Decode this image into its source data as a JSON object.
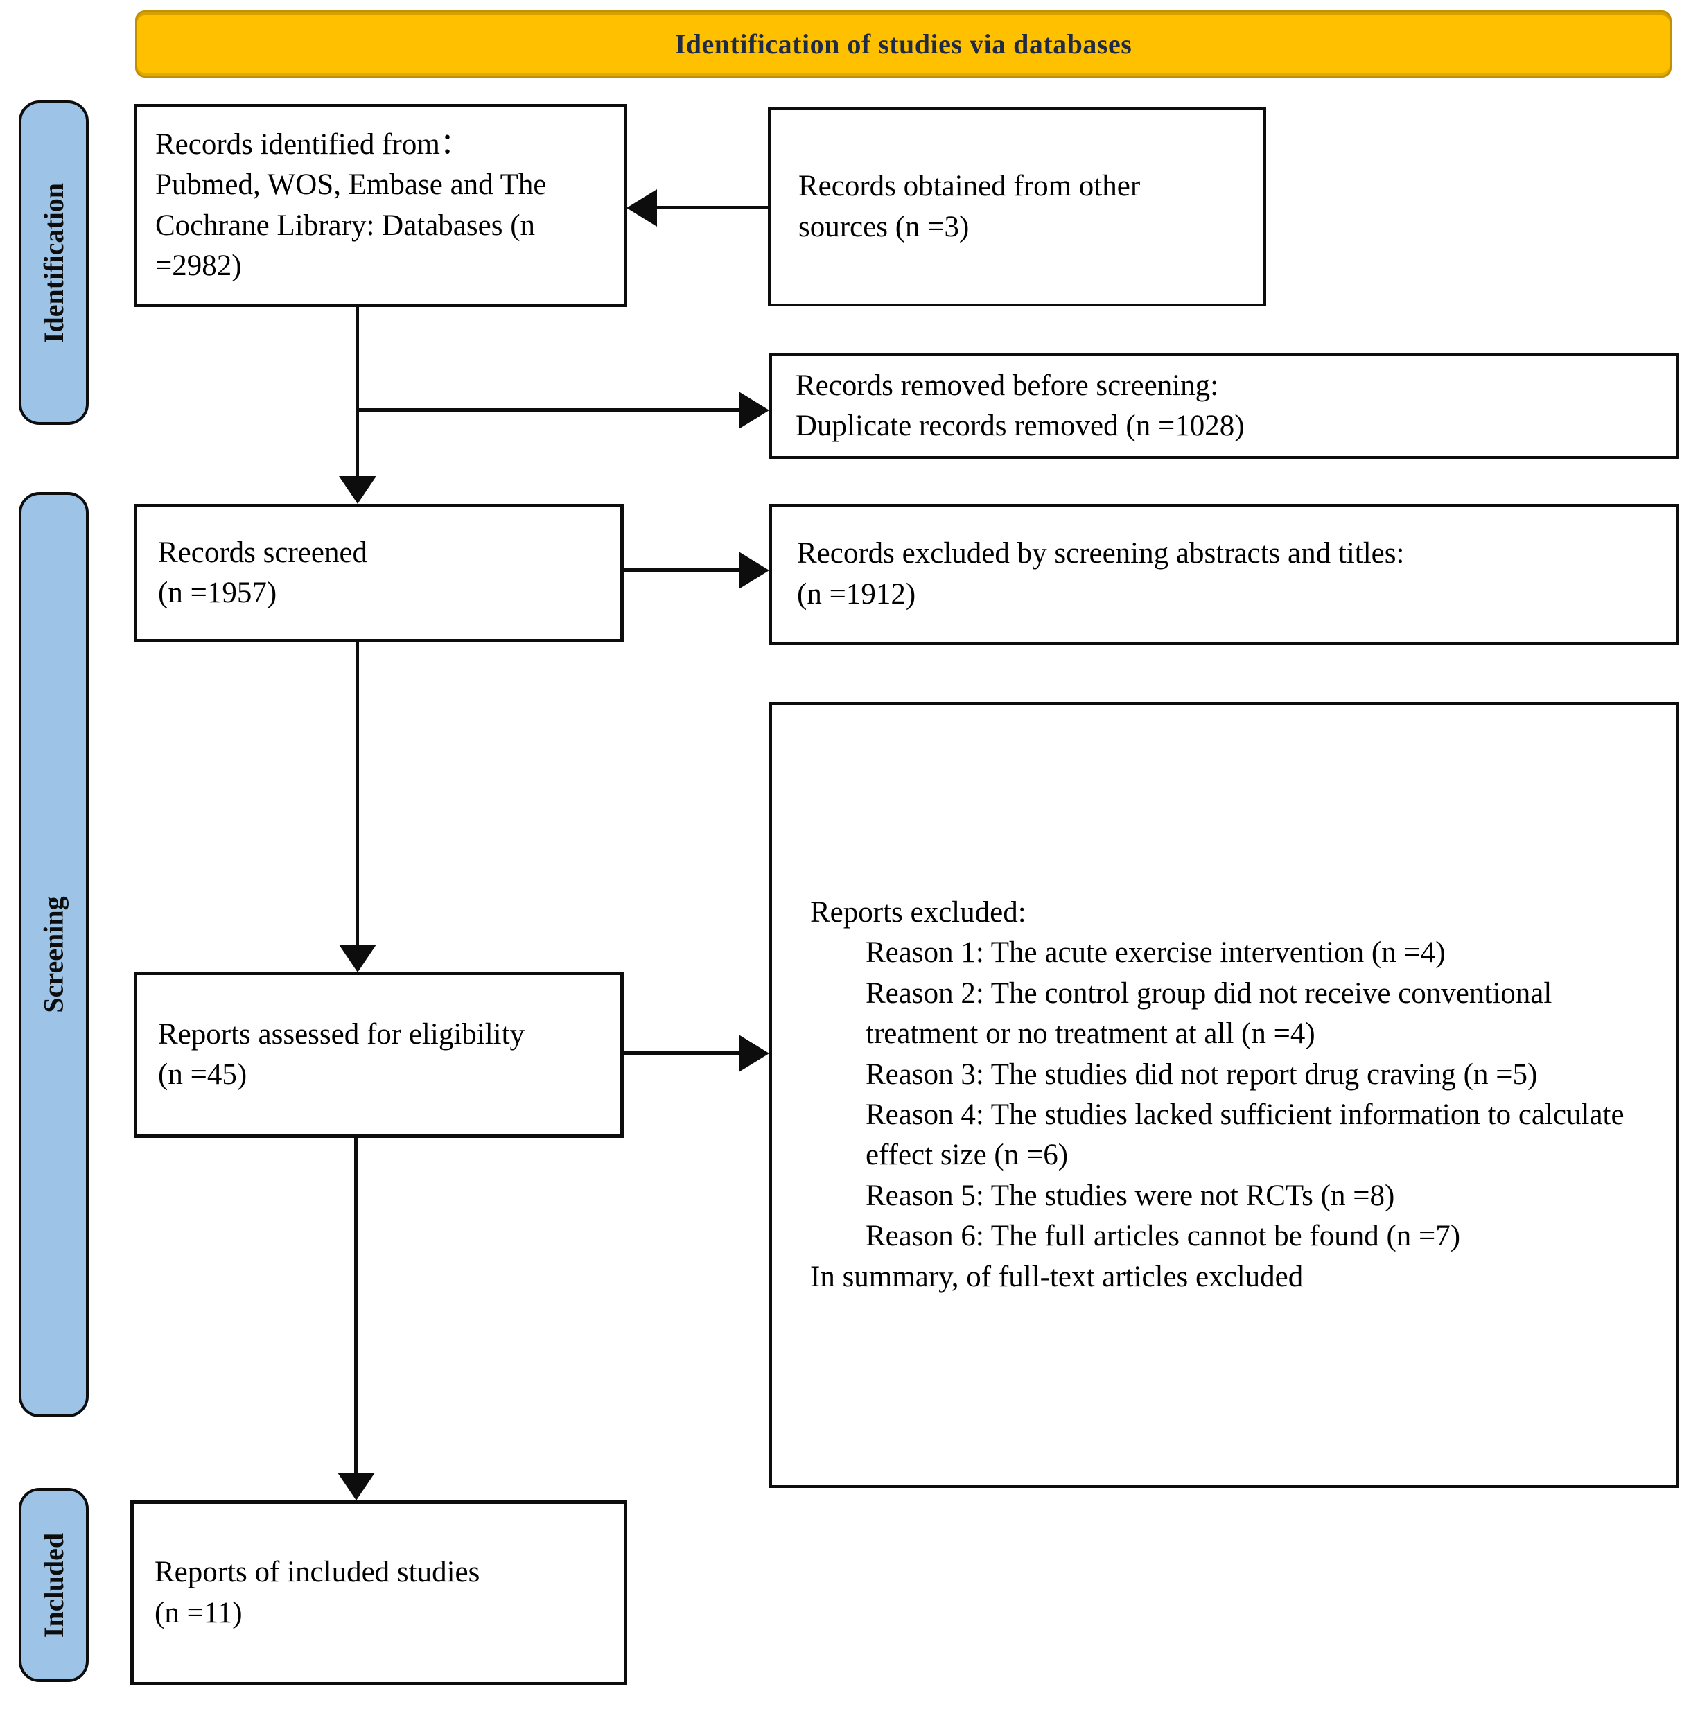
{
  "banner": {
    "title": "Identification of studies via databases"
  },
  "stages": {
    "identification": "Identification",
    "screening": "Screening",
    "included": "Included"
  },
  "boxes": {
    "identified": {
      "text": "Records identified from：\nPubmed, WOS, Embase and The\nCochrane Library: Databases (n\n=2982)"
    },
    "other_sources": {
      "text": "Records obtained from other\nsources (n =3)"
    },
    "removed": {
      "text": "Records removed before screening:\nDuplicate records removed (n =1028)"
    },
    "screened": {
      "text": "Records screened\n(n =1957)"
    },
    "excluded_screening": {
      "text": "Records excluded by screening abstracts and titles:\n(n =1912)"
    },
    "assessed": {
      "text": "Reports assessed for eligibility\n(n =45)"
    },
    "reports_excluded": {
      "header": "Reports excluded:",
      "reasons": [
        "Reason 1: The acute exercise intervention (n =4)",
        "Reason 2: The control group did not receive conventional treatment or no treatment at all (n =4)",
        "Reason 3: The studies did not report drug craving (n =5)",
        "Reason 4: The studies lacked sufficient information to calculate effect size (n =6)",
        "Reason 5: The studies were not RCTs (n =8)",
        "Reason 6: The full articles cannot be found (n =7)"
      ],
      "footer": "In summary, of full-text articles excluded"
    },
    "included_studies": {
      "text": "Reports of included studies\n(n =11)"
    }
  },
  "colors": {
    "banner_fill": "#FFC000",
    "banner_border": "#BF9000",
    "banner_text": "#1F2A44",
    "stage_fill": "#9DC3E6",
    "line": "#0d0d0d"
  }
}
